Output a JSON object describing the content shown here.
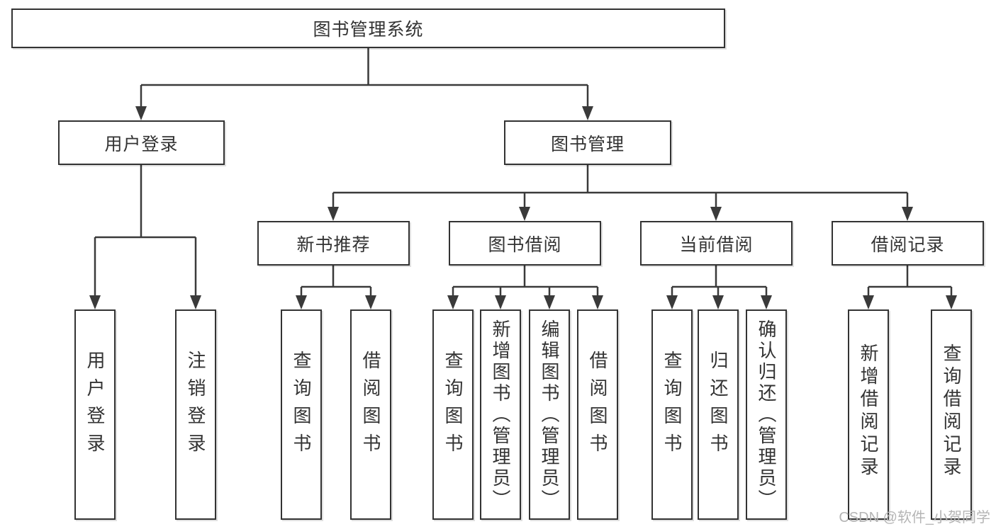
{
  "colors": {
    "line": "#3a3a3a",
    "box_border": "#333333",
    "box_fill": "#ffffff",
    "text": "#333333",
    "watermark": "#b5b5b5",
    "background": "#ffffff"
  },
  "watermark": {
    "text": "CSDN @软件_小贺同学"
  },
  "tree": {
    "label": "图书管理系统",
    "children": [
      {
        "label": "用户登录",
        "children": [
          {
            "label": "用户登录"
          },
          {
            "label": "注销登录"
          }
        ]
      },
      {
        "label": "图书管理",
        "children": [
          {
            "label": "新书推荐",
            "children": [
              {
                "label": "查询图书"
              },
              {
                "label": "借阅图书"
              }
            ]
          },
          {
            "label": "图书借阅",
            "children": [
              {
                "label": "查询图书"
              },
              {
                "label": "新增图书（管理员）"
              },
              {
                "label": "编辑图书（管理员）"
              },
              {
                "label": "借阅图书"
              }
            ]
          },
          {
            "label": "当前借阅",
            "children": [
              {
                "label": "查询图书"
              },
              {
                "label": "归还图书"
              },
              {
                "label": "确认归还（管理员）"
              }
            ]
          },
          {
            "label": "借阅记录",
            "children": [
              {
                "label": "新增借阅记录"
              },
              {
                "label": "查询借阅记录"
              }
            ]
          }
        ]
      }
    ]
  }
}
